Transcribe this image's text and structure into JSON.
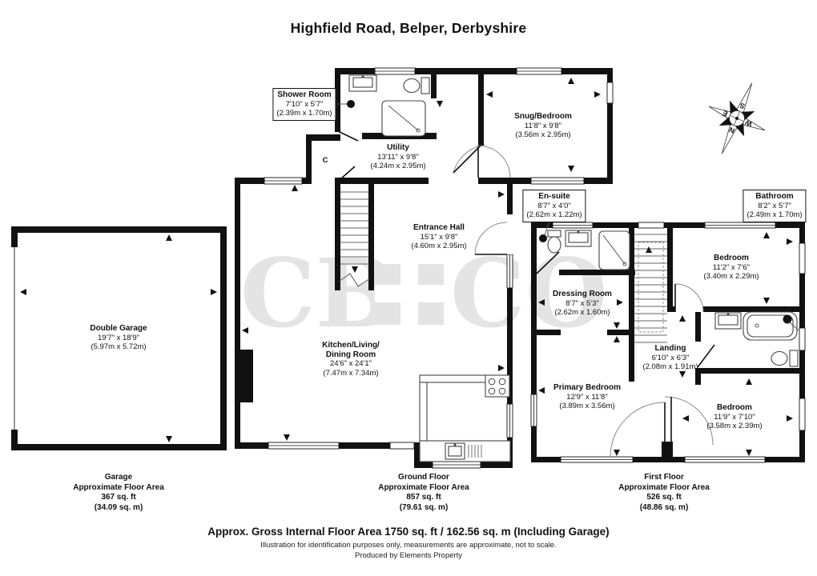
{
  "title": "Highfield Road, Belper, Derbyshire",
  "watermark": {
    "left": "CB",
    "right": "CO"
  },
  "compass": {
    "north": "N",
    "east": "E",
    "south": "S",
    "west": "W"
  },
  "rooms": {
    "shower_room": {
      "name": "Shower Room",
      "imperial": "7'10\" x 5'7\"",
      "metric": "(2.39m x 1.70m)"
    },
    "utility": {
      "name": "Utility",
      "imperial": "13'11\" x 9'8\"",
      "metric": "(4.24m x 2.95m)"
    },
    "snug": {
      "name": "Snug/Bedroom",
      "imperial": "11'8\" x 9'8\"",
      "metric": "(3.56m x 2.95m)"
    },
    "entrance_hall": {
      "name": "Entrance Hall",
      "imperial": "15'1\" x 9'8\"",
      "metric": "(4.60m x 2.95m)"
    },
    "kitchen": {
      "name_line1": "Kitchen/Living/",
      "name_line2": "Dining Room",
      "imperial": "24'6\" x 24'1\"",
      "metric": "(7.47m x 7.34m)"
    },
    "garage": {
      "name": "Double Garage",
      "imperial": "19'7\" x 18'9\"",
      "metric": "(5.97m x 5.72m)"
    },
    "closet": {
      "label": "C"
    },
    "en_suite": {
      "name": "En-suite",
      "imperial": "8'7\" x 4'0\"",
      "metric": "(2.62m x 1.22m)"
    },
    "bathroom": {
      "name": "Bathroom",
      "imperial": "8'2\" x 5'7\"",
      "metric": "(2.49m x 1.70m)"
    },
    "bedroom_front": {
      "name": "Bedroom",
      "imperial": "11'2\" x 7'6\"",
      "metric": "(3.40m x 2.29m)"
    },
    "dressing_room": {
      "name": "Dressing Room",
      "imperial": "8'7\" x 5'3\"",
      "metric": "(2.62m x 1.60m)"
    },
    "landing": {
      "name": "Landing",
      "imperial": "6'10\" x 6'3\"",
      "metric": "(2.08m x 1.91m)"
    },
    "primary_bedroom": {
      "name": "Primary Bedroom",
      "imperial": "12'9\" x 11'8\"",
      "metric": "(3.89m x 3.56m)"
    },
    "bedroom_rear": {
      "name": "Bedroom",
      "imperial": "11'9\" x 7'10\"",
      "metric": "(3.58m x 2.39m)"
    }
  },
  "floor_areas": [
    {
      "floor": "Garage",
      "label": "Approximate Floor Area",
      "sqft": "367 sq. ft",
      "sqm": "(34.09 sq. m)"
    },
    {
      "floor": "Ground Floor",
      "label": "Approximate Floor Area",
      "sqft": "857 sq. ft",
      "sqm": "(79.61 sq. m)"
    },
    {
      "floor": "First Floor",
      "label": "Approximate Floor Area",
      "sqft": "526 sq. ft",
      "sqm": "(48.86 sq. m)"
    }
  ],
  "footer": {
    "gross_area": "Approx. Gross Internal Floor Area 1750 sq. ft / 162.56 sq. m (Including Garage)",
    "disclaimer": "Illustration for identification purposes only, measurements are approximate, not to scale.",
    "produced_by": "Produced by Elements Property"
  }
}
